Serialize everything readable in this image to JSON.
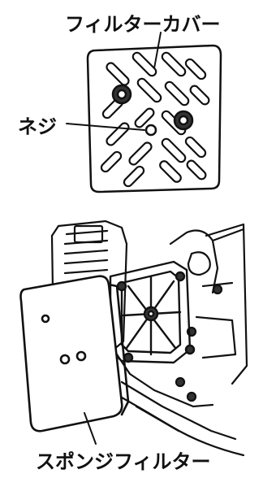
{
  "labels": {
    "filter_cover": "フィルターカバー",
    "screw": "ネジ",
    "sponge_filter": "スポンジフィルター"
  },
  "colors": {
    "line": "#111111",
    "background": "#ffffff"
  }
}
